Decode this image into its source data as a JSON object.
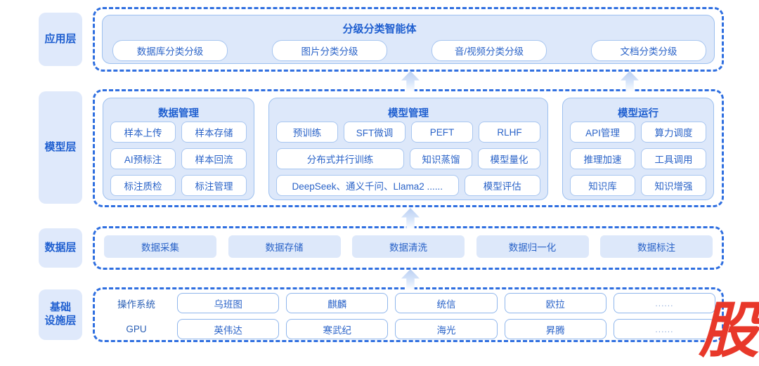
{
  "layers": [
    {
      "key": "app",
      "label": "应用层"
    },
    {
      "key": "model",
      "label": "模型层"
    },
    {
      "key": "data",
      "label": "数据层"
    },
    {
      "key": "infra",
      "label": "基础\n设施层"
    }
  ],
  "application_layer": {
    "label": "应用层",
    "panel_title": "分级分类智能体",
    "chips": [
      "数据库分类分级",
      "图片分类分级",
      "音/视频分类分级",
      "文档分类分级"
    ]
  },
  "model_layer": {
    "label": "模型层",
    "groups": [
      {
        "title": "数据管理",
        "rows": [
          [
            {
              "label": "样本上传",
              "span": 1
            },
            {
              "label": "样本存储",
              "span": 1
            }
          ],
          [
            {
              "label": "AI预标注",
              "span": 1
            },
            {
              "label": "样本回流",
              "span": 1
            }
          ],
          [
            {
              "label": "标注质检",
              "span": 1
            },
            {
              "label": "标注管理",
              "span": 1
            }
          ]
        ]
      },
      {
        "title": "模型管理",
        "rows": [
          [
            {
              "label": "预训练",
              "span": 1
            },
            {
              "label": "SFT微调",
              "span": 1
            },
            {
              "label": "PEFT",
              "span": 1
            },
            {
              "label": "RLHF",
              "span": 1
            }
          ],
          [
            {
              "label": "分布式并行训练",
              "span": 2
            },
            {
              "label": "知识蒸馏",
              "span": 1
            },
            {
              "label": "模型量化",
              "span": 1
            }
          ],
          [
            {
              "label": "DeepSeek、通义千问、Llama2 ......",
              "span": 3
            },
            {
              "label": "模型评估",
              "span": 1
            }
          ]
        ]
      },
      {
        "title": "模型运行",
        "rows": [
          [
            {
              "label": "API管理",
              "span": 1
            },
            {
              "label": "算力调度",
              "span": 1
            }
          ],
          [
            {
              "label": "推理加速",
              "span": 1
            },
            {
              "label": "工具调用",
              "span": 1
            }
          ],
          [
            {
              "label": "知识库",
              "span": 1
            },
            {
              "label": "知识增强",
              "span": 1
            }
          ]
        ]
      }
    ]
  },
  "data_layer": {
    "label": "数据层",
    "chips": [
      "数据采集",
      "数据存储",
      "数据清洗",
      "数据归一化",
      "数据标注"
    ]
  },
  "infrastructure_layer": {
    "label": "基础设施层",
    "rows": [
      {
        "row_label": "操作系统",
        "items": [
          "乌班图",
          "麒麟",
          "统信",
          "欧拉",
          "......"
        ]
      },
      {
        "row_label": "GPU",
        "items": [
          "英伟达",
          "寒武纪",
          "海光",
          "昇腾",
          "......"
        ]
      }
    ]
  },
  "arrows": [
    {
      "name": "arrow-app-left",
      "direction": "up"
    },
    {
      "name": "arrow-app-right",
      "direction": "up"
    },
    {
      "name": "arrow-model",
      "direction": "up"
    },
    {
      "name": "arrow-data",
      "direction": "up"
    }
  ],
  "watermark": {
    "text": "股"
  },
  "colors": {
    "accent_blue": "#2f6fe0",
    "panel_fill": "#dde8fa",
    "label_fill": "#dfe9fb",
    "text_blue": "#2a63c8",
    "title_blue": "#1f5fd0",
    "chip_border": "#a8c6f0",
    "watermark_red": "#e8382a"
  }
}
